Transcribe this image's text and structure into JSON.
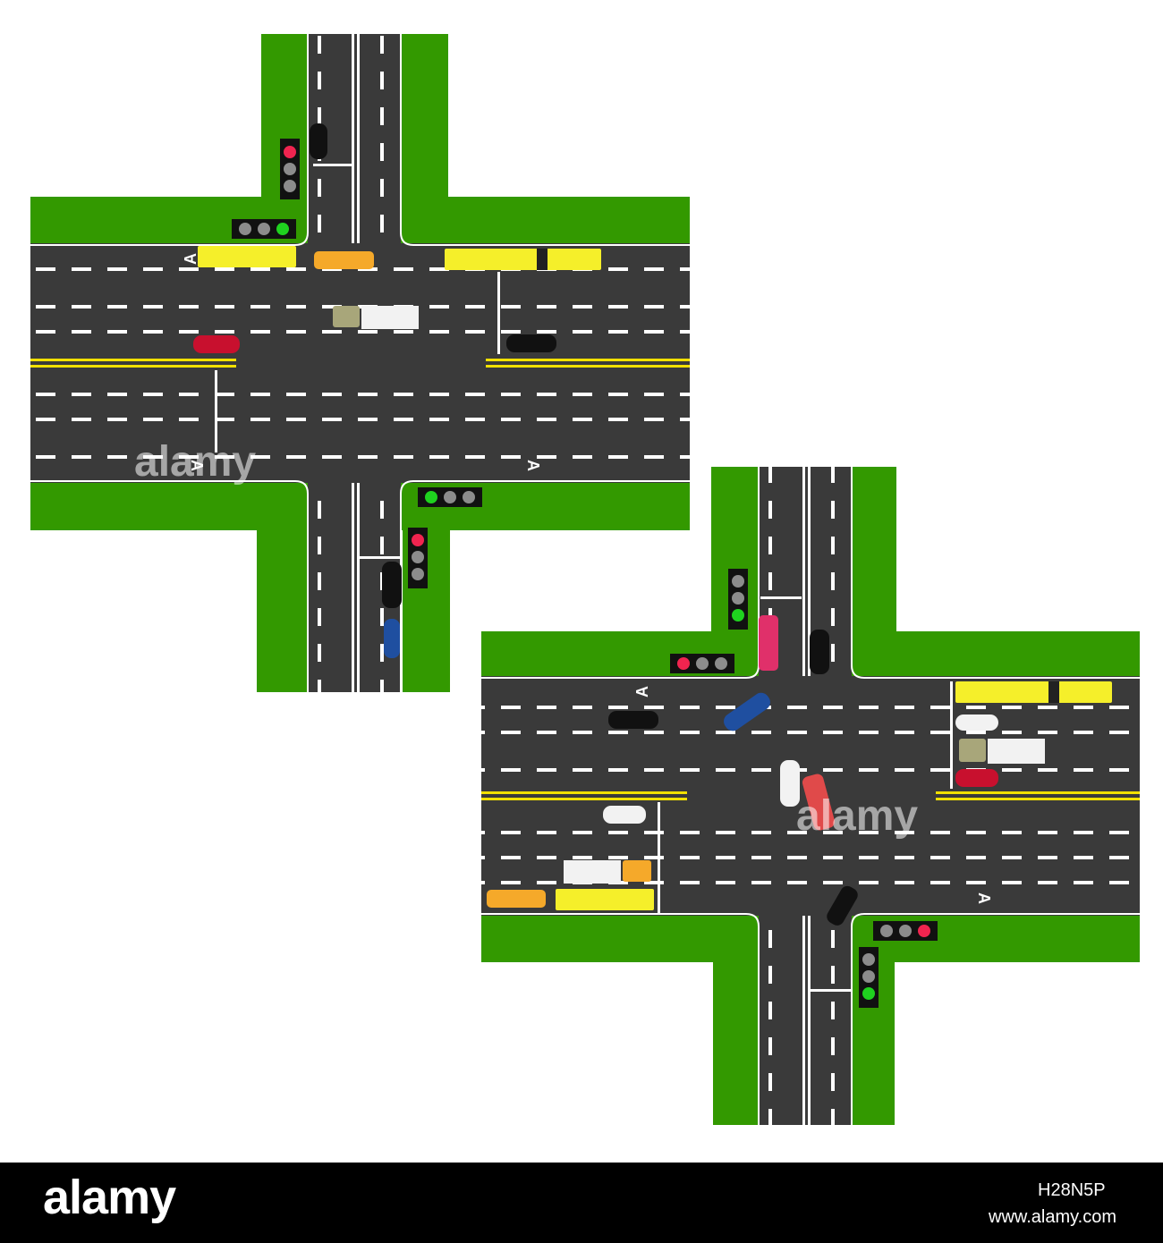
{
  "colors": {
    "grass": "#339900",
    "asphalt": "#3a3a3a",
    "marking": "#ffffff",
    "center_line": "#f2e000",
    "bus": "#f5ef2a",
    "light_red": "#f0244f",
    "light_green": "#1fd21f",
    "light_off": "#8c8c8c"
  },
  "road_letter": "A",
  "watermark": {
    "text": "alamy"
  },
  "footer": {
    "brand": "alamy",
    "image_id": "H28N5P",
    "site": "www.alamy.com"
  }
}
